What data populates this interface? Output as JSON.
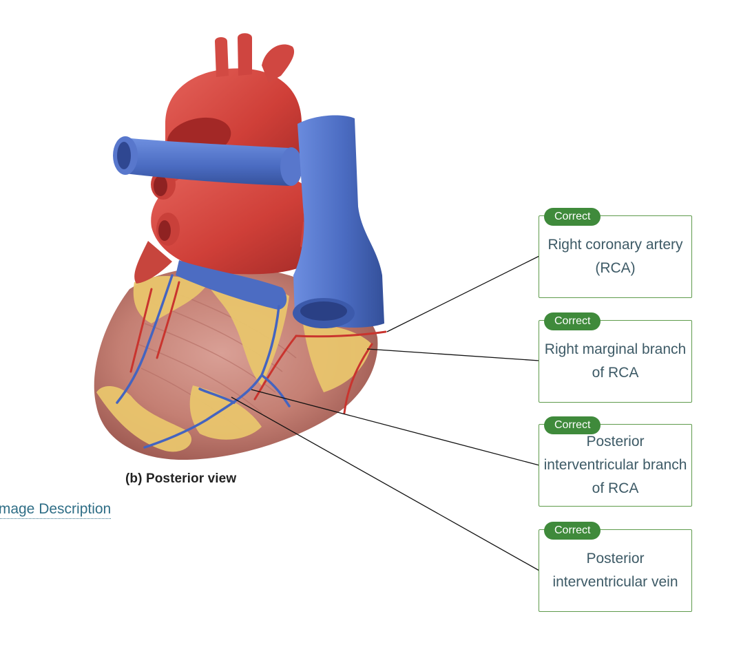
{
  "figure": {
    "caption": "(b) Posterior view",
    "image_description_link": "Image Description"
  },
  "labels": [
    {
      "text": "Right coronary artery (RCA)",
      "status": "Correct"
    },
    {
      "text": "Right marginal branch of RCA",
      "status": "Correct"
    },
    {
      "text": "Posterior interventricular branch of RCA",
      "status": "Correct"
    },
    {
      "text": "Posterior interventricular vein",
      "status": "Correct"
    }
  ],
  "colors": {
    "badge_green": "#3f8a3b",
    "box_border": "#5d9a4a",
    "label_text": "#3d5a66",
    "link": "#2f6e86",
    "artery_red": "#d2413b",
    "vein_blue": "#4d6fc4",
    "myocardium": "#c98378",
    "fat_yellow": "#e8c66e"
  }
}
